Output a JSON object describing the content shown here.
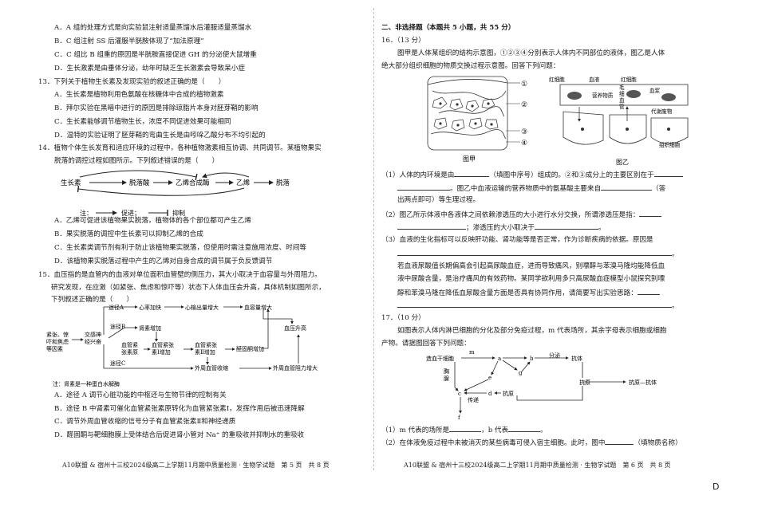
{
  "left": {
    "q12_options": [
      "A．A 组的处理方式是向实验鼠注射适量蒸馏水后灌服适量蒸馏水",
      "B．C 组注射 SS 后灌服半胱胺体现了“加法原理”",
      "C．C 组比 B 组重的原因是半胱胺直接促进 GH 的分泌使大鼠增重",
      "D．生长激素是由垂体分泌，幼年时缺乏生长激素会导致呆小症"
    ],
    "q13_stem": "13．下列关于植物生长素及发现实验的叙述正确的是（　　）",
    "q13_options": [
      "A．生长素是植物利用色氨酸在核糖体中合成的植物激素",
      "B．拜尔实验在黑暗中进行的原因是排除琼脂片本身对胚芽鞘的影响",
      "C．生长素能够调节植物生长，浓度不同促进效果可能相同",
      "D．温特的实验证明了胚芽鞘的弯曲生长是由吲哚乙酸分布不均引起的"
    ],
    "q14_stem_1": "14．植物个体生长发育和适应环境的过程中，各种植物激素相互协调、共同调节。某植物果实",
    "q14_stem_2": "脱落的调控过程如图所示。下列叙述错误的是（　　）",
    "q14_diagram": {
      "nodes": [
        "生长素",
        "脱落酸",
        "乙烯合成酶",
        "乙烯",
        "脱落"
      ],
      "note_label": "注：",
      "promote": "促进；",
      "inhibit": "抑制"
    },
    "q14_options": [
      "A．乙烯可促进该植物果实脱落，植物体的各个部位都可产生乙烯",
      "B．果实脱落的调控中生长素可以抑制乙烯的合成",
      "C．生长素类调节剂有利于防止该植物果实脱落，但使用时需注意施用浓度、时间等",
      "D．该植物果实脱落过程中产生的乙烯对自身合成的调节属于负反馈调节"
    ],
    "q15_stem_1": "15．血压指的是血管内的血液对单位面积血管壁的侧压力，其大小取决于血容量与外周阻力。",
    "q15_stem_2": "研究发现，在应激（如紧张、焦虑和惊吓等）状态下人体血压会升高，具体机制如图所示，",
    "q15_stem_3": "下列叙述正确的是（　　）",
    "q15_diagram": {
      "stimulus": [
        "紧张、惊",
        "吓和焦虑",
        "等因素"
      ],
      "center": [
        "交感神",
        "经兴奋"
      ],
      "path_a": "途径A",
      "path_b": "途径B",
      "path_c": "途径C",
      "heart": "心率加快",
      "output": "心输出量增大",
      "volume": "血容量增大",
      "bp": "血压升高",
      "kidney": "肾素增加",
      "angio_1": [
        "血管紧",
        "张素原"
      ],
      "angio_2": [
        "血管紧张",
        "素Ⅰ增加"
      ],
      "angio_3": [
        "血管紧张",
        "素Ⅱ增加"
      ],
      "aldo": "醛固酮增加",
      "vessel": "外周血管收缩",
      "resist": "外周血管阻力增大",
      "note": "注：肾素是一种蛋白水解酶"
    },
    "q15_options": [
      "A．途径 A 调节心脏功能的中枢还与生物节律的控制有关",
      "B．途径 B 中肾素可催化血管紧张素原转化为血管紧张素Ⅰ，发挥作用后被迅速降解",
      "C．调节外周血管收缩的信号分子有血管紧张素Ⅱ和神经递质",
      "D．醛固酮与靶细胞膜上受体结合后促进肾小管对 Na⁺ 的重吸收并抑制水的重吸收"
    ],
    "footer": "A10联盟 & 宿州十三校2024级高二上学期11月期中质量检测 · 生物学试题　第 5 页　共 8 页"
  },
  "right": {
    "section_title": "二、非选择题（本题共 5 小题，共 55 分）",
    "q16_header": "16．（13 分）",
    "q16_intro_1": "图甲是人体某组织的结构示意图，①②③④分别表示人体内不同部位的液体，图乙是人体",
    "q16_intro_2": "绝大部分组织细胞的物质交换过程示意图。回答下列问题：",
    "fig_jia": {
      "caption": "图甲",
      "marks": [
        "①",
        "②",
        "③",
        "④"
      ]
    },
    "fig_yi": {
      "caption": "图乙",
      "labels": [
        "红细胞",
        "血液",
        "红细胞",
        "营养物质",
        "血浆",
        "代谢废物",
        "组织细胞",
        "毛",
        "细",
        "血",
        "管"
      ]
    },
    "q16_1_a": "（1）人体的内环境是由",
    "q16_1_b": "（填图中序号）组成的。②和③成分上的主要区别在于",
    "q16_1_c": "。图乙中血液运输的营养物质中的氨基酸主要来自",
    "q16_1_d": "（答",
    "q16_1_e": "出两点即可）等生理过程。",
    "q16_2_a": "（2）图乙所示体液中各液体之间依赖渗透压的大小进行水分交换，所谓渗透压是指：",
    "q16_2_b": "；渗透压的大小取决于",
    "q16_2_c": "。",
    "q16_3_a": "（3）血液的生化指标可以反映肝功能、肾功能等是否正常，作为诊断疾病的依据。原因是",
    "q16_3_b": "。",
    "q16_4_1": "若血液尿酸值长期偏高会引起高尿酸血症，进而导致痛风，别嘌醇与苯溴马隆均能降低血",
    "q16_4_2": "液中尿酸含量，是治疗痛风的有效药物。某同学欲利用多只高尿酸血症模型小鼠探究别嘌",
    "q16_4_3": "醇和苯溴马隆在降低血尿酸含量方面是否具有协同作用，请简要写出实验思路：",
    "q16_4_end": "。",
    "q17_header": "17．（10 分）",
    "q17_intro_1": "如图表示人体内淋巴细胞的分化及部分免疫过程，m 代表场所，其余字母表示细胞或细胞",
    "q17_intro_2": "产物。请据图回答下列问题：",
    "q17_diagram": {
      "origin": "造血干细胞",
      "m": "m",
      "migrate": [
        "胸",
        "腺"
      ],
      "a": "a",
      "b": "b",
      "c": "c",
      "d": "d",
      "e": "e",
      "f": "f",
      "g": "g",
      "divide": "分泌",
      "antibody": "抗体",
      "antigen_1": "抗原",
      "antigen_2": "抗原",
      "present": "传递",
      "complex": "抗原—抗体"
    },
    "q17_1_a": "（1）m 代表的场所是",
    "q17_1_b": "，b 代表",
    "q17_1_c": "。",
    "q17_2_a": "（2）在体液免疫过程中未被消灭的某些病毒可侵入宿主细胞。此时，图中",
    "q17_2_b": "（填物质名称）",
    "footer": "A10联盟 & 宿州十三校2024级高二上学期11月期中质量检测 · 生物学试题　第 6 页　共 8 页"
  },
  "corner_letter": "D"
}
